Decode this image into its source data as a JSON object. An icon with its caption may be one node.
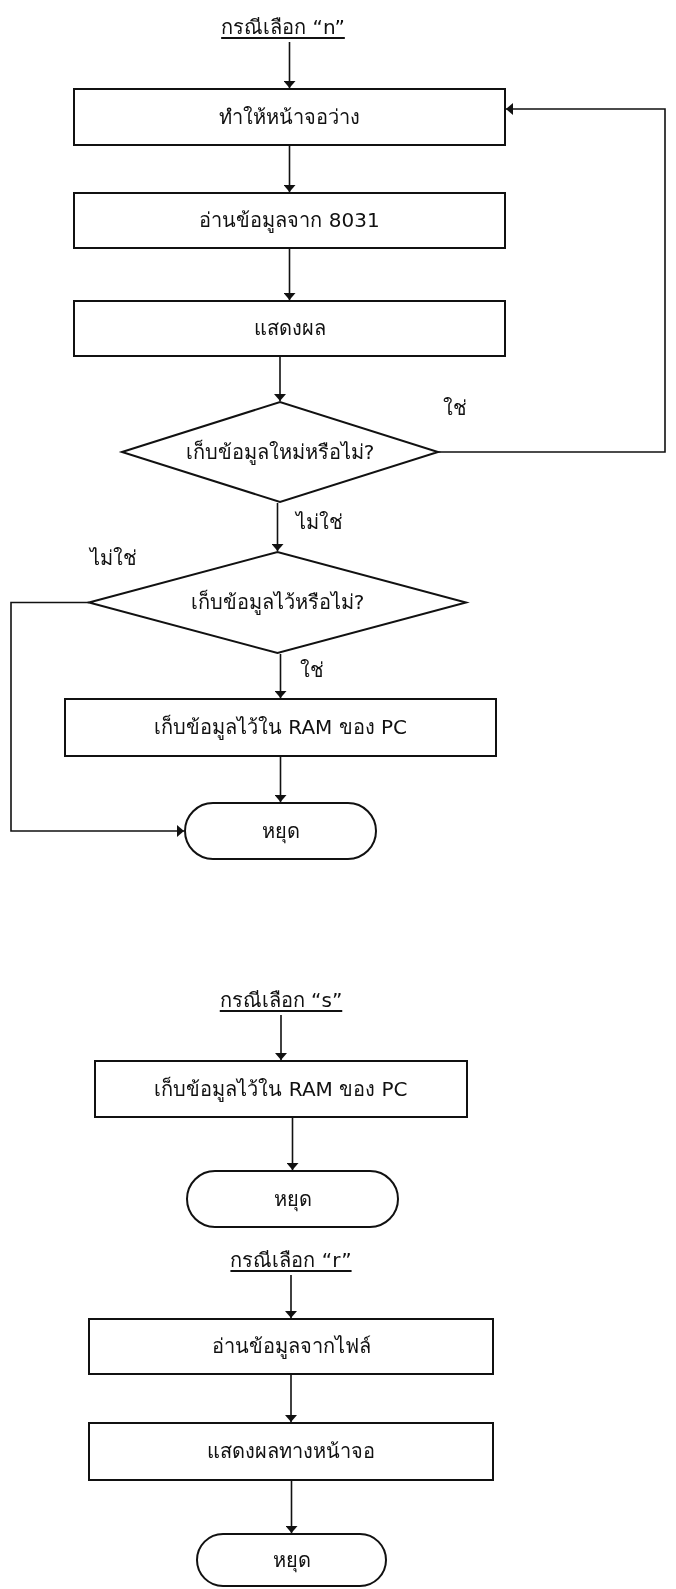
{
  "diagram": {
    "nodes": [
      {
        "text": [
          "กรณีเลือก “n”"
        ]
      },
      {
        "text": [
          "ทำให้หน้าจอว่าง"
        ]
      },
      {
        "text": [
          "อ่านข้อมูลจาก 8031"
        ]
      },
      {
        "text": [
          "แสดงผล"
        ]
      },
      {
        "text": [
          "เก็บข้อมูลใหม่หรือไม่?"
        ]
      },
      {
        "text": [
          "เก็บข้อมูลไว้หรือไม่?"
        ]
      },
      {
        "text": [
          "เก็บข้อมูลไว้ใน RAM ของ PC"
        ]
      },
      {
        "text": [
          "หยุด"
        ]
      },
      {
        "text": [
          "กรณีเลือก “s”"
        ]
      },
      {
        "text": [
          "เก็บข้อมูลไว้ใน RAM ของ PC"
        ]
      },
      {
        "text": [
          "หยุด"
        ]
      },
      {
        "text": [
          "กรณีเลือก “r”"
        ]
      },
      {
        "text": [
          "อ่านข้อมูลจากไฟล์"
        ]
      },
      {
        "text": [
          "แสดงผลทางหน้าจอ"
        ]
      },
      {
        "text": [
          "หยุด"
        ]
      }
    ],
    "edges": [
      {
        "from": 0,
        "to": 1,
        "arrow": "to"
      },
      {
        "from": 1,
        "to": 2,
        "arrow": "to"
      },
      {
        "from": 2,
        "to": 3,
        "arrow": "to"
      },
      {
        "from": 3,
        "to": 4,
        "arrow": "to"
      },
      {
        "from": 4,
        "to": 1,
        "arrow": "to",
        "label": "ใช่"
      },
      {
        "from": 4,
        "to": 5,
        "arrow": "to",
        "label": "ไม่ใช่"
      },
      {
        "from": 5,
        "to": 7,
        "arrow": "to",
        "label": "ไม่ใช่"
      },
      {
        "from": 5,
        "to": 6,
        "arrow": "to",
        "label": "ใช่"
      },
      {
        "from": 6,
        "to": 7,
        "arrow": "to"
      },
      {
        "from": 8,
        "to": 9,
        "arrow": "to"
      },
      {
        "from": 9,
        "to": 10,
        "arrow": "to"
      },
      {
        "from": 11,
        "to": 12,
        "arrow": "to"
      },
      {
        "from": 12,
        "to": 13,
        "arrow": "to"
      },
      {
        "from": 13,
        "to": 14,
        "arrow": "to"
      }
    ]
  }
}
